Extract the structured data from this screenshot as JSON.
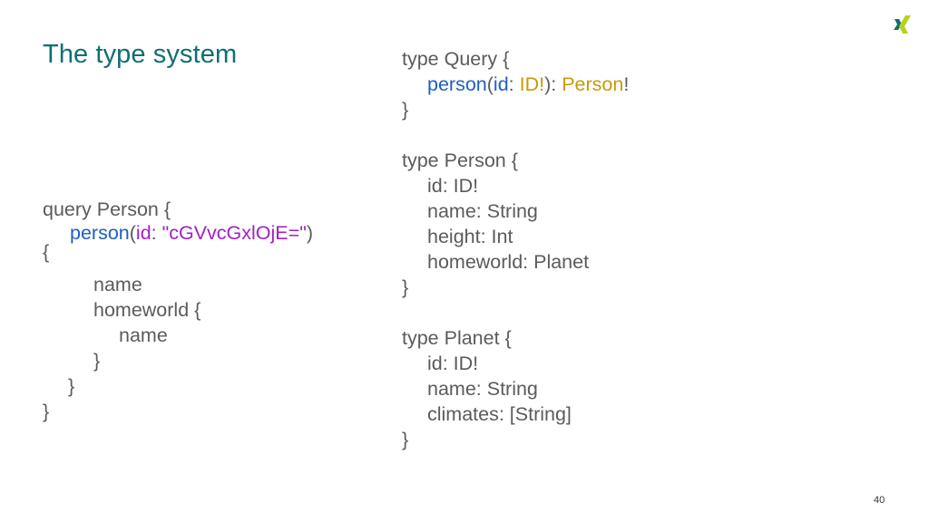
{
  "slide": {
    "title": "The type system",
    "page_number": "40",
    "colors": {
      "title": "#0f6f72",
      "code_text": "#5b5b5b",
      "field": "#1f5fbf",
      "type": "#c99a06",
      "string": "#a020c8",
      "logo_dark": "#0f6f72",
      "logo_light": "#b6d21a"
    },
    "logo_icon": "xing-logo-icon"
  },
  "query": {
    "l1": "query Person {",
    "l2_field": "person",
    "l2_open": "(",
    "l2_arg": "id",
    "l2_colon": ": ",
    "l2_value": "\"cGVvcGxlOjE=\"",
    "l2_close": ")",
    "l3": "{",
    "l4": "name",
    "l5": "homeworld {",
    "l6": "name",
    "l7": "}",
    "l8": "}",
    "l9": "}"
  },
  "schema": {
    "query_type": {
      "open": "type Query {",
      "field": "person",
      "paren_open": "(",
      "arg": "id",
      "colon1": ": ",
      "arg_type": "ID!",
      "paren_close": "): ",
      "return_type": "Person",
      "bang": "!",
      "close": "}"
    },
    "person_type": {
      "open": "type Person {",
      "fields": [
        "id: ID!",
        "name: String",
        "height: Int",
        "homeworld: Planet"
      ],
      "close": "}"
    },
    "planet_type": {
      "open": "type Planet {",
      "fields": [
        "id: ID!",
        "name: String",
        "climates: [String]"
      ],
      "close": "}"
    }
  }
}
